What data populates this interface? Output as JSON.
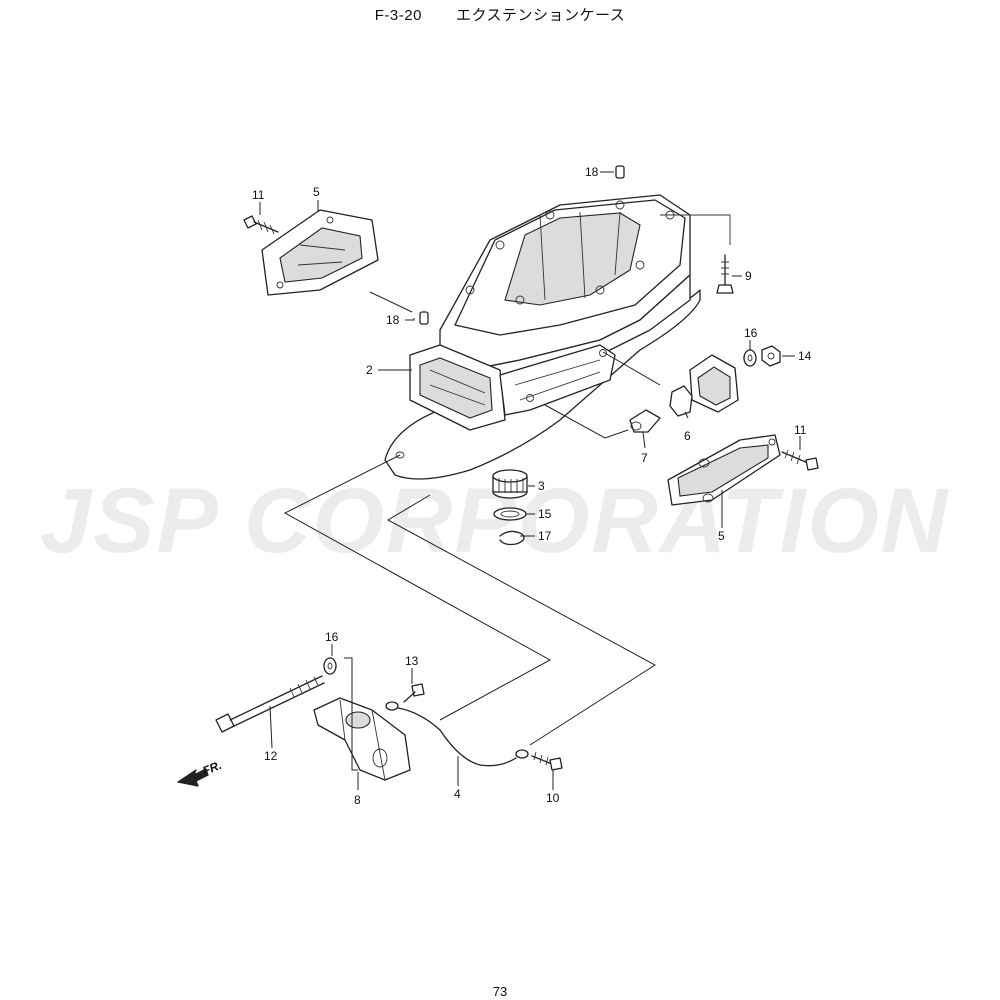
{
  "header": {
    "code": "F-3-20",
    "title": "エクステンションケース"
  },
  "watermark": "JSP CORPORATION",
  "direction_label": "FR.",
  "page_number": "73",
  "callouts": [
    "11",
    "5",
    "18",
    "9",
    "18",
    "2",
    "16",
    "14",
    "6",
    "7",
    "11",
    "3",
    "15",
    "17",
    "5",
    "16",
    "13",
    "12",
    "8",
    "4",
    "10"
  ],
  "colors": {
    "line": "#222222",
    "watermark": "#ececec",
    "shade": "#dcdcdc"
  }
}
